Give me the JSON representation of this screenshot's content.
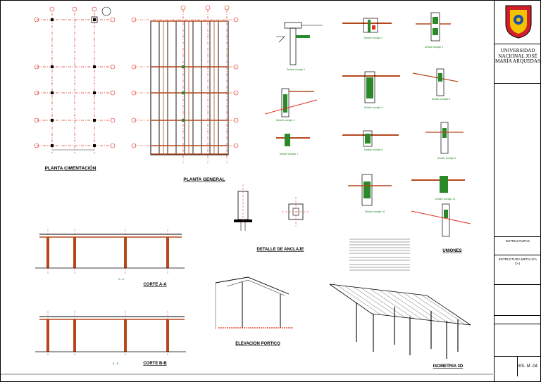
{
  "drawings": {
    "planta_cimentacion": {
      "title": "PLANTA CIMENTACIÓN"
    },
    "planta_general": {
      "title": "PLANTA GENERAL"
    },
    "detalle_anclaje": {
      "title": "DETALLE DE ANCLAJE"
    },
    "uniones": {
      "title": "UNIONES"
    },
    "corte_aa": {
      "title": "CORTE A-A",
      "label": "A - A"
    },
    "corte_bb": {
      "title": "CORTE B-B",
      "label": "B - B"
    },
    "elevacion_portico": {
      "title": "ELEVACION PORTICO"
    },
    "isometria": {
      "title": "ISOMETRIA 3D"
    }
  },
  "details": [
    {
      "label": "Detalle anclaje 1"
    },
    {
      "label": "Detalle anclaje 2"
    },
    {
      "label": "Detalle anclaje 3"
    },
    {
      "label": "Detalle anclaje 4"
    },
    {
      "label": "Detalle anclaje 5"
    },
    {
      "label": "Detalle anclaje 6"
    },
    {
      "label": "Detalle anclaje 7"
    },
    {
      "label": "Detalle anclaje 8"
    },
    {
      "label": "Detalle anclaje 9"
    },
    {
      "label": "Detalle anclaje 10"
    },
    {
      "label": "Detalle anclaje 11"
    }
  ],
  "title_block": {
    "university": "UNIVERSIDAD NACIONAL JOSÉ MARÍA ARQUEDAS",
    "specialty": "ESTRUCTURAS",
    "plan_title": "ESTRUCTURA METALICA",
    "plan_sub": "D-1",
    "sheet_code": "ES- M -04"
  },
  "colors": {
    "axis": "#e0301e",
    "beam": "#b5471b",
    "steel": "#000000",
    "plate": "#2a8a2a"
  }
}
